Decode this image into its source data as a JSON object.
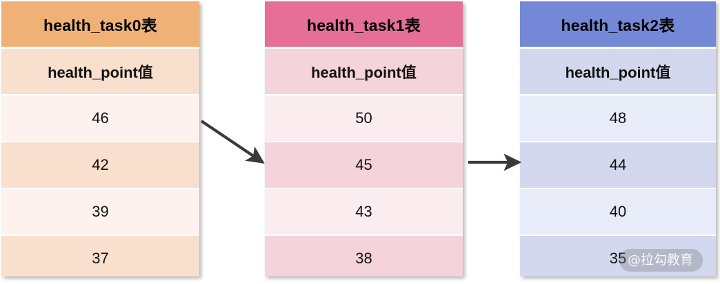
{
  "diagram": {
    "title_semantic": "sharded-health-task-tables-flow",
    "colors": {
      "table0_header": "#F0B176",
      "table0_band_a": "#F9DFCE",
      "table0_band_b": "#FDF2EE",
      "table1_header": "#E66F97",
      "table1_band_a": "#F4D3DB",
      "table1_band_b": "#FBECF0",
      "table2_header": "#7389D8",
      "table2_band_a": "#D3D8EE",
      "table2_band_b": "#E8EBF8",
      "arrow": "#3A3A3A"
    },
    "tables": [
      {
        "name": "health_task0表",
        "column_header": "health_point值",
        "values": [
          "46",
          "42",
          "39",
          "37"
        ]
      },
      {
        "name": "health_task1表",
        "column_header": "health_point值",
        "values": [
          "50",
          "45",
          "43",
          "38"
        ]
      },
      {
        "name": "health_task2表",
        "column_header": "health_point值",
        "values": [
          "48",
          "44",
          "40",
          "35"
        ]
      }
    ],
    "arrows": [
      {
        "id": "arrow-task0-to-task1",
        "style": "diagonal-down-right"
      },
      {
        "id": "arrow-task1-to-task2",
        "style": "horizontal-right"
      }
    ],
    "watermark": "@拉勾教育"
  }
}
